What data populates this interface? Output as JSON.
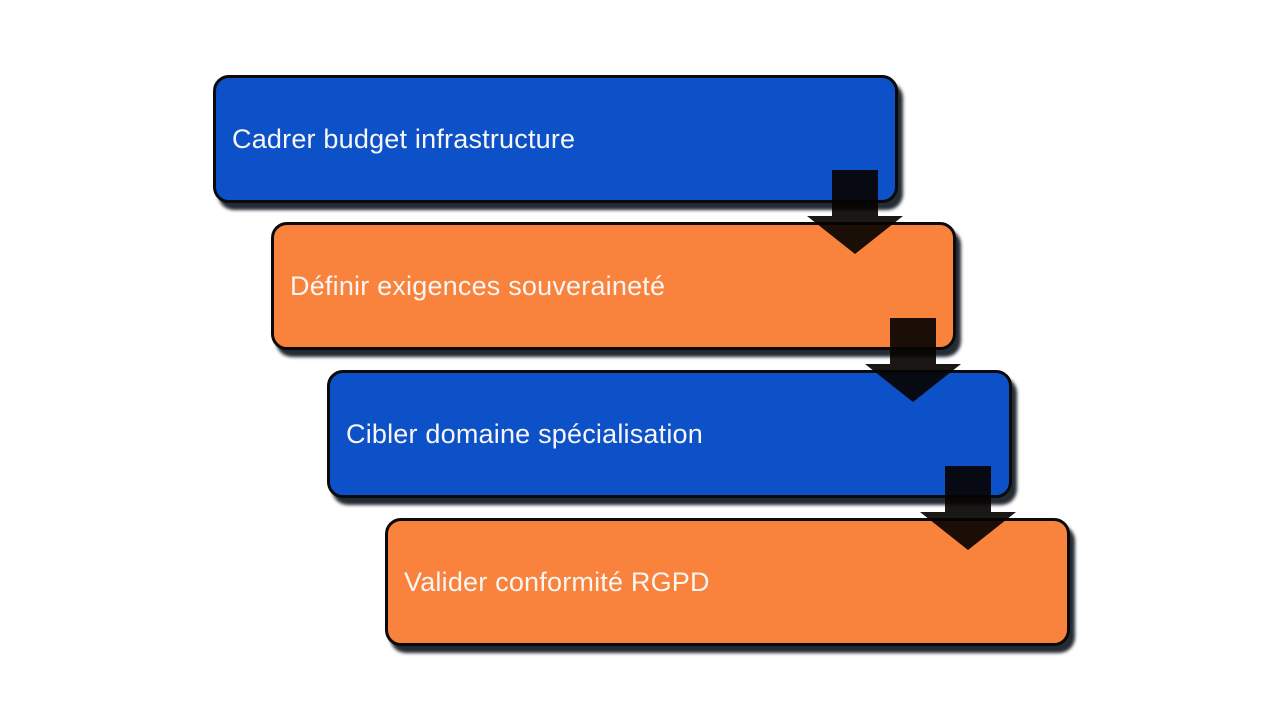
{
  "slide": {
    "background": "#FFFFFF",
    "diagram_type": "staircase-process-flow",
    "steps": [
      {
        "label": "Cadrer budget infrastructure",
        "fill": "#0D51C9"
      },
      {
        "label": "Définir exigences souveraineté",
        "fill": "#F9823C"
      },
      {
        "label": "Cibler domaine spécialisation",
        "fill": "#0D51C9"
      },
      {
        "label": "Valider conformité RGPD",
        "fill": "#F9823C"
      }
    ],
    "connectors": {
      "icon": "down-arrow-icon",
      "count": 3,
      "fill": "#000000"
    },
    "colors": {
      "blue": "#0D51C9",
      "orange": "#F9823C",
      "border": "#0A0A0A",
      "text": "#F7F6F4",
      "shadow": "#070E18"
    }
  }
}
